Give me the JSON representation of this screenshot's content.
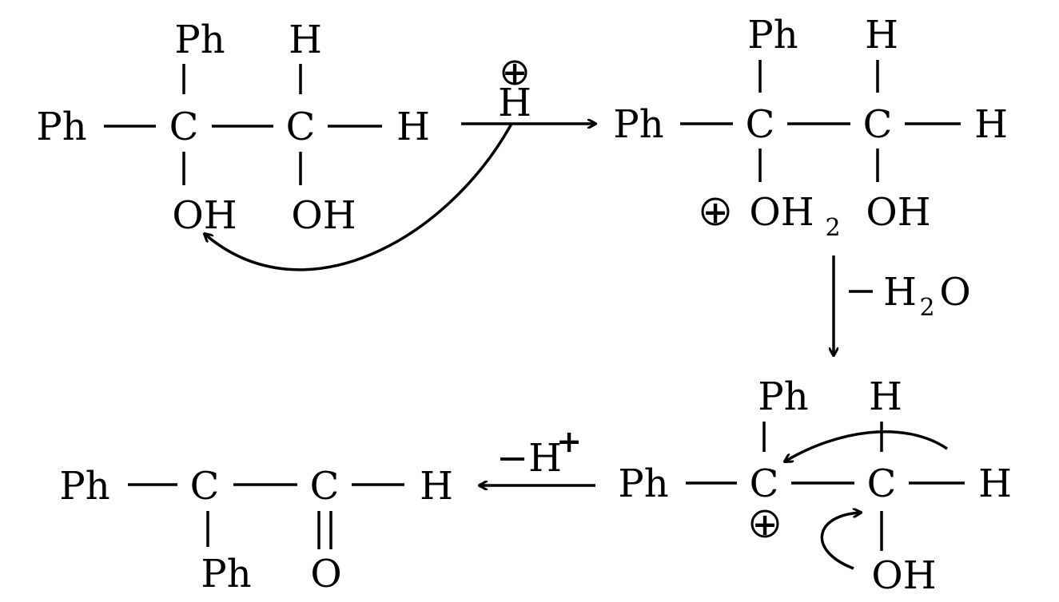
{
  "atoms": {
    "ph": "Ph",
    "c": "C",
    "h": "H",
    "oh": "OH",
    "o": "O",
    "h2o_o": "O",
    "two": "2",
    "plus": "+",
    "minus": "−"
  },
  "reagents": {
    "proton": "H",
    "minus_h": "−H"
  }
}
